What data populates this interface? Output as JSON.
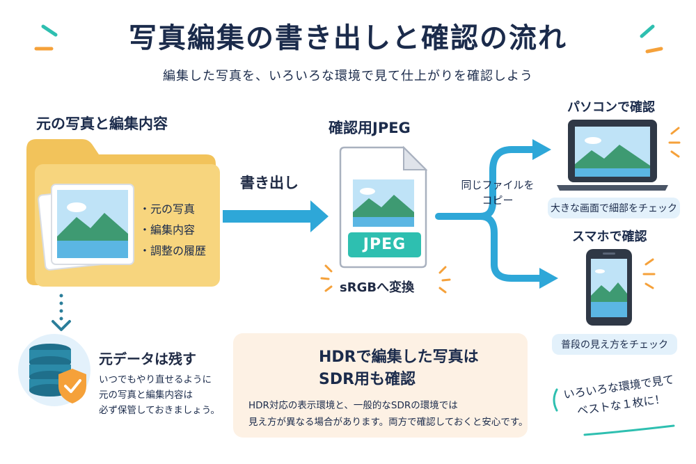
{
  "header": {
    "title": "写真編集の書き出しと確認の流れ",
    "subtitle": "編集した写真を、いろいろな環境で見て仕上がりを確認しよう"
  },
  "source": {
    "heading": "元の写真と編集内容",
    "items": [
      "元の写真",
      "編集内容",
      "調整の履歴"
    ]
  },
  "export": {
    "arrow_label": "書き出し"
  },
  "jpeg": {
    "heading": "確認用JPEG",
    "badge": "JPEG",
    "caption": "sRGBへ変換"
  },
  "copy": {
    "label_line1": "同じファイルを",
    "label_line2": "コピー"
  },
  "pc": {
    "heading": "パソコンで確認",
    "pill": "大きな画面で細部をチェック"
  },
  "phone": {
    "heading": "スマホで確認",
    "pill": "普段の見え方をチェック"
  },
  "keep": {
    "title": "元データは残す",
    "body_line1": "いつでもやり直せるように",
    "body_line2": "元の写真と編集内容は",
    "body_line3": "必ず保管しておきましょう。"
  },
  "hdr": {
    "title_line1": "HDRで編集した写真は",
    "title_line2": "SDR用も確認",
    "body_line1": "HDR対応の表示環境と、一般的なSDRの環境では",
    "body_line2": "見え方が異なる場合があります。両方で確認しておくと安心です。"
  },
  "note": {
    "line1": "いろいろな環境で見て",
    "line2": "ベストな１枚に！"
  },
  "colors": {
    "navy": "#1b2b4b",
    "blue_arrow": "#2ea7d8",
    "teal": "#2ebfb0",
    "orange": "#f5a13a",
    "folder": "#f7d57e"
  }
}
